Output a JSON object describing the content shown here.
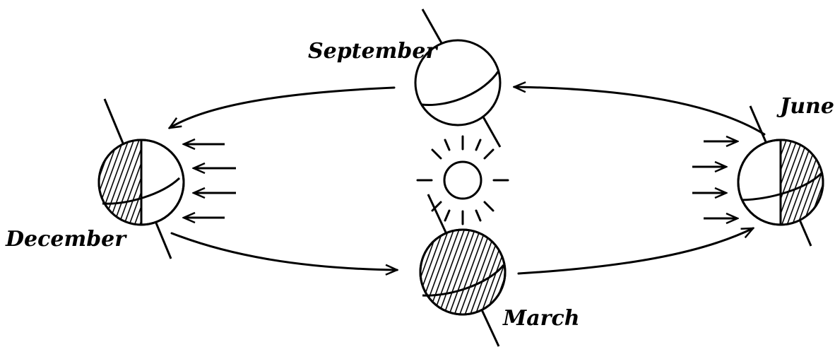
{
  "labels": {
    "september": "September",
    "june": "June",
    "december": "December",
    "march": "March"
  },
  "colors": {
    "ink": "#000000",
    "paper": "#ffffff"
  }
}
